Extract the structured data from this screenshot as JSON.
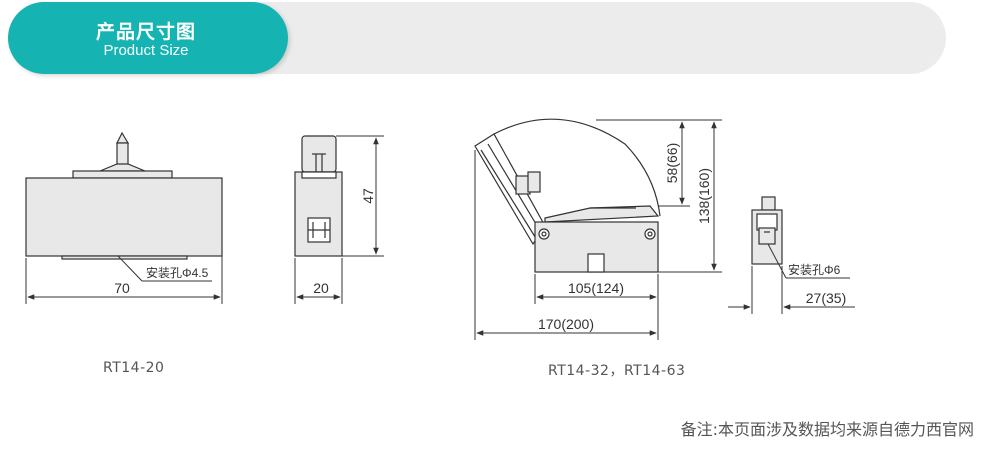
{
  "header": {
    "title_cn": "产品尺寸图",
    "title_en": "Product Size"
  },
  "drawings": {
    "rt14_20": {
      "model": "RT14-20",
      "width_dim": "70",
      "height_dim": "47",
      "depth_dim": "20",
      "mount_hole": "安装孔Φ4.5"
    },
    "rt14_32_63": {
      "model": "RT14-32，RT14-63",
      "base_dim": "105(124)",
      "total_dim": "170(200)",
      "height_dim": "138(160)",
      "top_dim": "58(66)",
      "mount_hole": "安装孔Φ6",
      "depth_dim": "27(35)"
    }
  },
  "footnote": "备注:本页面涉及数据均来源自德力西官网",
  "colors": {
    "accent": "#15b4b2",
    "header_bg": "#ececec",
    "part_fill": "#e8e8e8",
    "line": "#333333"
  }
}
